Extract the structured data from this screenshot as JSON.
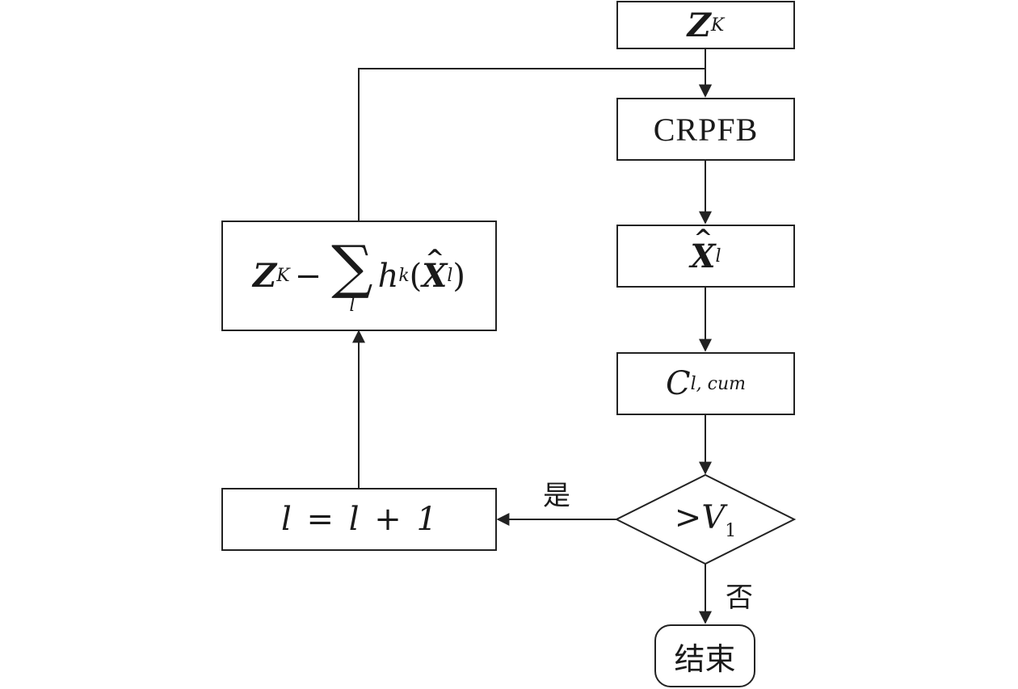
{
  "nodes": {
    "zk": {
      "main": "Z",
      "sub": "K"
    },
    "crpfb": {
      "text": "CRPFB"
    },
    "xhat": {
      "main": "X",
      "sub": "l"
    },
    "ccum": {
      "main": "C",
      "sub": "l, cum"
    },
    "decision": {
      "op": ">",
      "main": "V",
      "sub": "1"
    },
    "end": {
      "text": "结束"
    },
    "update": {
      "text": "l = l + 1"
    },
    "residual": {
      "z": "Z",
      "zsub": "K",
      "minus": "−",
      "sumsym": "∑",
      "sumlim": "l",
      "h": "h",
      "hsub": "k",
      "x": "X",
      "xsub": "l"
    }
  },
  "edges": {
    "yes_label": "是",
    "no_label": "否"
  },
  "colors": {
    "line": "#222222",
    "text": "#1a1a1a"
  }
}
